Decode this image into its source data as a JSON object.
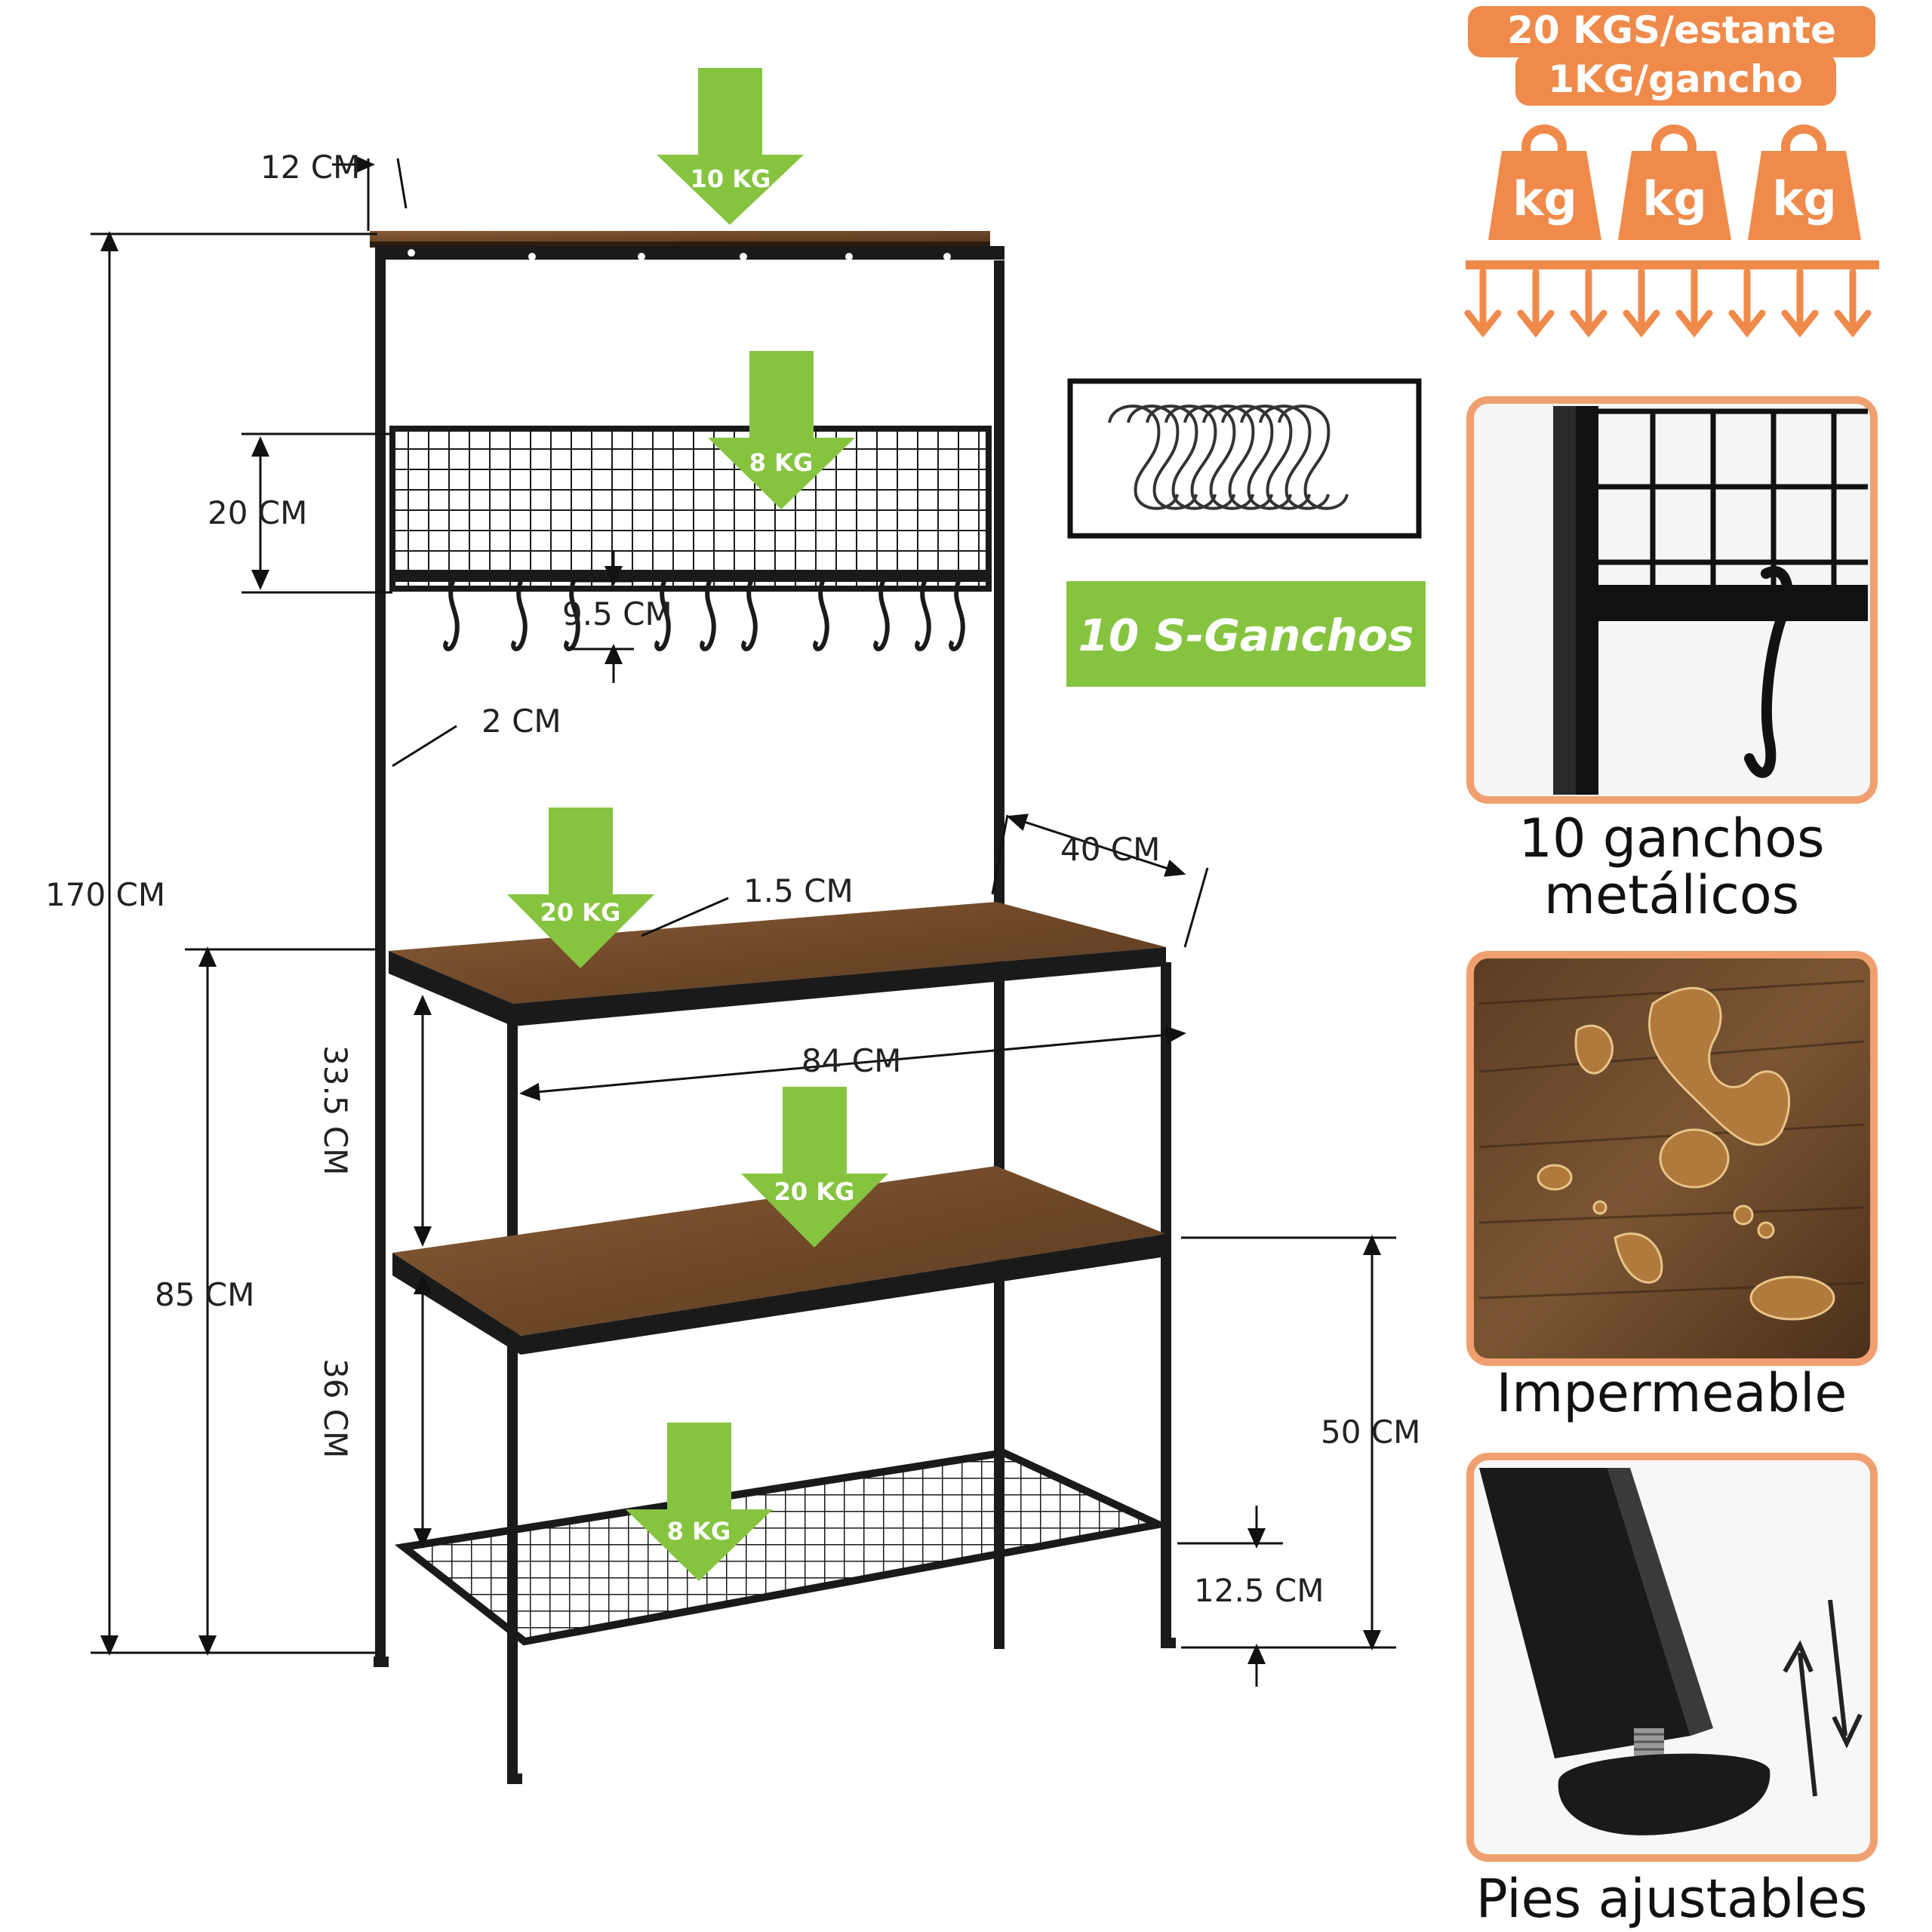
{
  "dimensions": {
    "top_depth": "12 CM",
    "grid_height": "20 CM",
    "hook_gap": "9.5 CM",
    "tube": "2 CM",
    "shelf_depth": "40 CM",
    "board_thickness": "1.5 CM",
    "total_height": "170 CM",
    "shelf_height": "85 CM",
    "upper_gap": "33.5 CM",
    "width": "84 CM",
    "lower_gap": "36 CM",
    "middle_shelf_height": "50 CM",
    "bottom_clearance": "12.5 CM"
  },
  "loads": {
    "top": "10 KG",
    "grid": "8 KG",
    "upper_shelf": "20 KG",
    "middle_shelf": "20 KG",
    "bottom_shelf": "8 KG"
  },
  "hooks_badge": "10 S-Ganchos",
  "capacity_banner": {
    "line1": "20 KGS/estante",
    "line2": "1KG/gancho",
    "weight_label": "kg"
  },
  "features": [
    {
      "caption_line1": "10 ganchos",
      "caption_line2": "metálicos"
    },
    {
      "caption_line1": "Impermeable"
    },
    {
      "caption_line1": "Pies ajustables"
    }
  ],
  "colors": {
    "green": "#86c440",
    "orange": "#f08a4b",
    "wood": "#7a5234",
    "frame": "#1a1a1a"
  }
}
